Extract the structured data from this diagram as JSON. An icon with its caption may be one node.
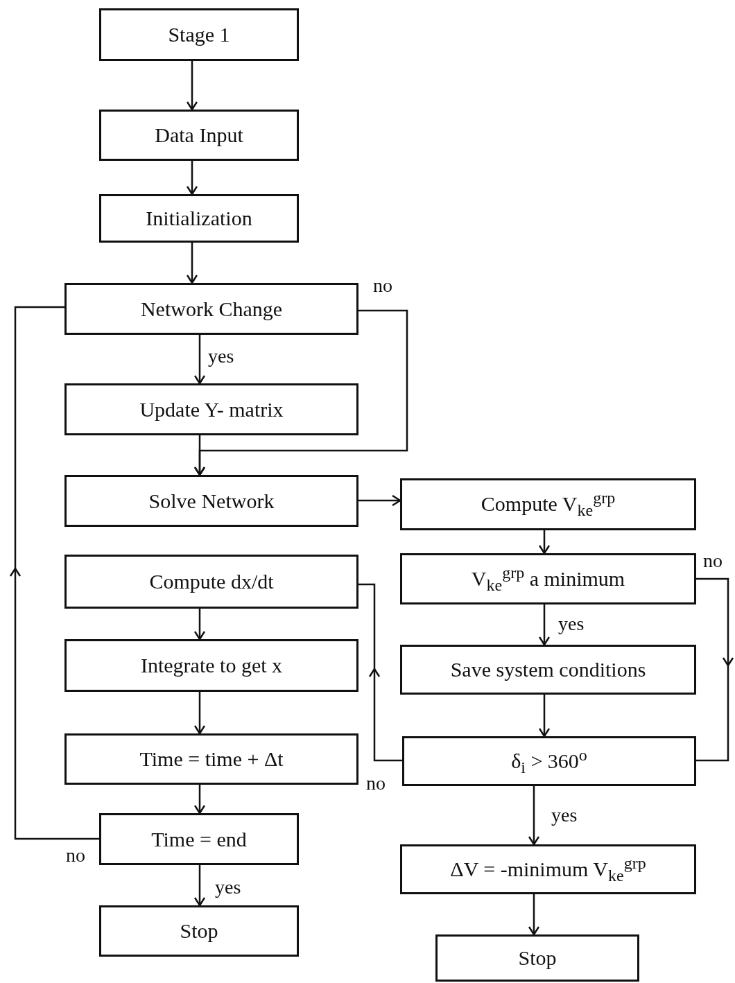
{
  "diagram": {
    "nodes": [
      {
        "text": [
          "Stage 1"
        ]
      },
      {
        "text": [
          "Data Input"
        ]
      },
      {
        "text": [
          "Initialization"
        ]
      },
      {
        "text": [
          "Network Change"
        ]
      },
      {
        "text": [
          "Update Y- matrix"
        ]
      },
      {
        "text": [
          "Solve Network"
        ]
      },
      {
        "text": [
          "Compute dx/dt"
        ]
      },
      {
        "text": [
          "Integrate to get x"
        ]
      },
      {
        "text": [
          "Time = time + Δt"
        ]
      },
      {
        "text": [
          "Time =  end"
        ]
      },
      {
        "text": [
          "Stop"
        ]
      },
      {
        "text": [
          "Compute V$_{ke}$$^{grp}$"
        ]
      },
      {
        "text": [
          "V$_{ke}$$^{grp}$ a minimum"
        ]
      },
      {
        "text": [
          "Save system conditions"
        ]
      },
      {
        "text": [
          "δ$_{i}$ > 360$^{o}$"
        ]
      },
      {
        "text": [
          "ΔV = -minimum V$_{ke}$$^{grp}$"
        ]
      },
      {
        "text": [
          "Stop"
        ]
      }
    ],
    "edges": [
      {
        "from": 0,
        "to": 1,
        "arrow": "to"
      },
      {
        "from": 1,
        "to": 2,
        "arrow": "to"
      },
      {
        "from": 2,
        "to": 3,
        "arrow": "to"
      },
      {
        "from": 3,
        "to": 4,
        "arrow": "to",
        "label": "yes"
      },
      {
        "from": 3,
        "to": 5,
        "arrow": "to",
        "label": "no"
      },
      {
        "from": 4,
        "to": 5,
        "arrow": "to"
      },
      {
        "from": 5,
        "to": 11,
        "arrow": "to"
      },
      {
        "from": 11,
        "to": 12,
        "arrow": "to"
      },
      {
        "from": 12,
        "to": 13,
        "arrow": "to",
        "label": "yes"
      },
      {
        "from": 12,
        "to": 14,
        "arrow": "to",
        "label": "no"
      },
      {
        "from": 13,
        "to": 14,
        "arrow": "to"
      },
      {
        "from": 14,
        "to": 6,
        "arrow": "to",
        "label": "no"
      },
      {
        "from": 6,
        "to": 7,
        "arrow": "to"
      },
      {
        "from": 7,
        "to": 8,
        "arrow": "to"
      },
      {
        "from": 8,
        "to": 9,
        "arrow": "to"
      },
      {
        "from": 9,
        "to": 10,
        "arrow": "to",
        "label": "yes"
      },
      {
        "from": 9,
        "to": 3,
        "arrow": "to",
        "label": "no"
      },
      {
        "from": 14,
        "to": 15,
        "arrow": "to",
        "label": "yes"
      },
      {
        "from": 15,
        "to": 16,
        "arrow": "to"
      }
    ]
  }
}
